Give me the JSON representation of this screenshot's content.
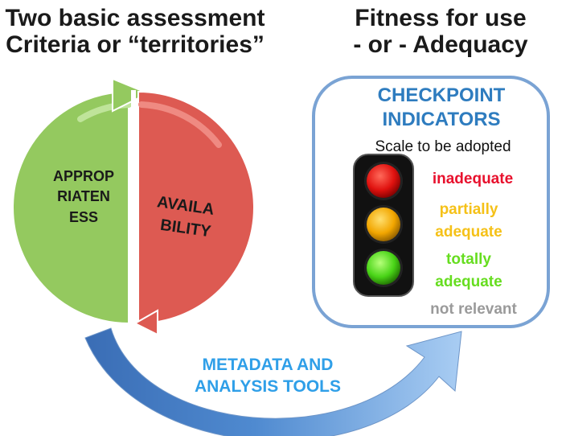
{
  "left_heading": {
    "line1": "Two basic assessment",
    "line2": "Criteria or “territories”"
  },
  "right_heading": {
    "line1": "Fitness for use",
    "line2": "- or - Adequacy"
  },
  "criteria": {
    "appropriateness": {
      "lines": [
        "APPROP",
        "RIATEN",
        "ESS"
      ],
      "color": "#94c95f"
    },
    "availability": {
      "lines": [
        "AVAILA",
        "BILITY"
      ],
      "color": "#dd5a52"
    }
  },
  "checkpoint": {
    "title_lines": [
      "CHECKPOINT",
      "INDICATORS"
    ],
    "title_color": "#2e7cbf",
    "scale_label": "Scale to be adopted",
    "levels": [
      {
        "lines": [
          "inadequate"
        ],
        "color": "#e8112d"
      },
      {
        "lines": [
          "partially",
          "adequate"
        ],
        "color": "#f5c118"
      },
      {
        "lines": [
          "totally",
          "adequate"
        ],
        "color": "#66dd1f"
      },
      {
        "lines": [
          "not relevant"
        ],
        "color": "#9a9a9a"
      }
    ]
  },
  "tools": {
    "lines": [
      "METADATA AND",
      "ANALYSIS TOOLS"
    ],
    "color": "#2f9fe8"
  }
}
